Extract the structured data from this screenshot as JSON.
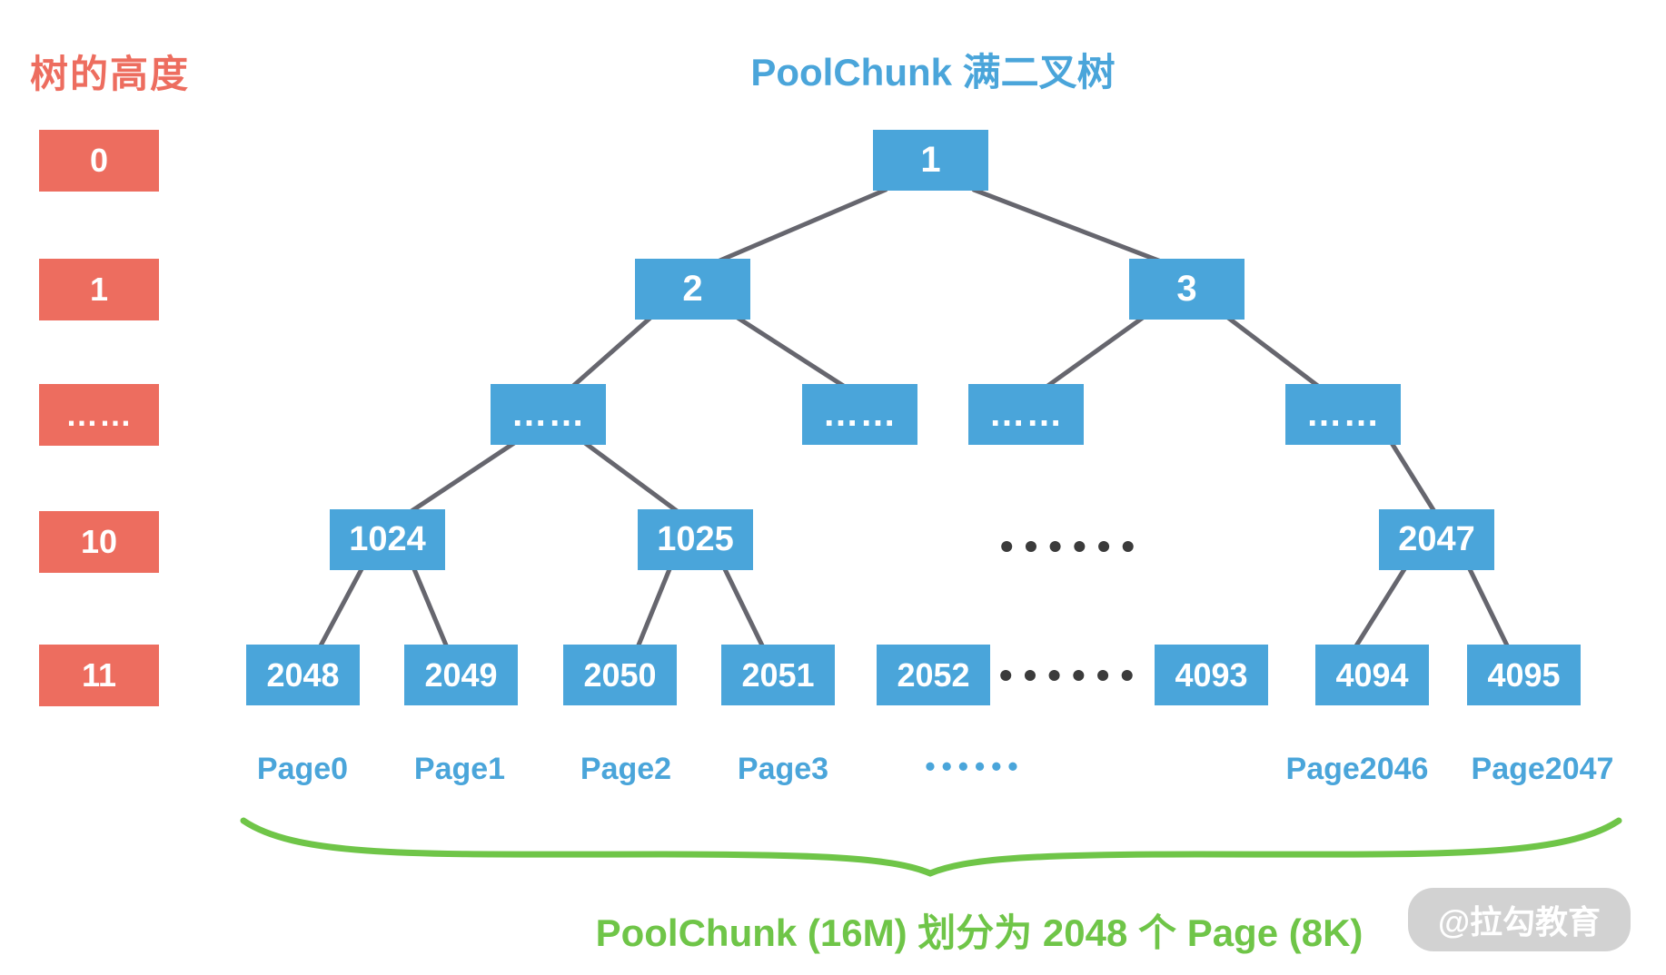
{
  "header": {
    "title": "PoolChunk 满二叉树"
  },
  "left_panel": {
    "title": "树的高度",
    "labels": [
      "0",
      "1",
      "……",
      "10",
      "11"
    ]
  },
  "tree": {
    "root": "1",
    "level1": [
      "2",
      "3"
    ],
    "level2_dots": [
      "……",
      "……",
      "……",
      "……"
    ],
    "level10": [
      "1024",
      "1025",
      "2047"
    ],
    "level10_gap_dots": "••••••",
    "level11": [
      "2048",
      "2049",
      "2050",
      "2051",
      "2052",
      "4093",
      "4094",
      "4095"
    ],
    "level11_gap_dots": "••••••"
  },
  "pages": {
    "labels": [
      "Page0",
      "Page1",
      "Page2",
      "Page3",
      "Page2046",
      "Page2047"
    ],
    "gap_dots": "••••••"
  },
  "footer": {
    "caption": "PoolChunk (16M) 划分为 2048 个 Page (8K)"
  },
  "watermark": {
    "text": "@拉勾教育"
  },
  "colors": {
    "red": "#ed6d5f",
    "blue": "#4aa5da",
    "green": "#6fc548",
    "edge": "#66666e",
    "dark_dots": "#3b3b3b"
  }
}
